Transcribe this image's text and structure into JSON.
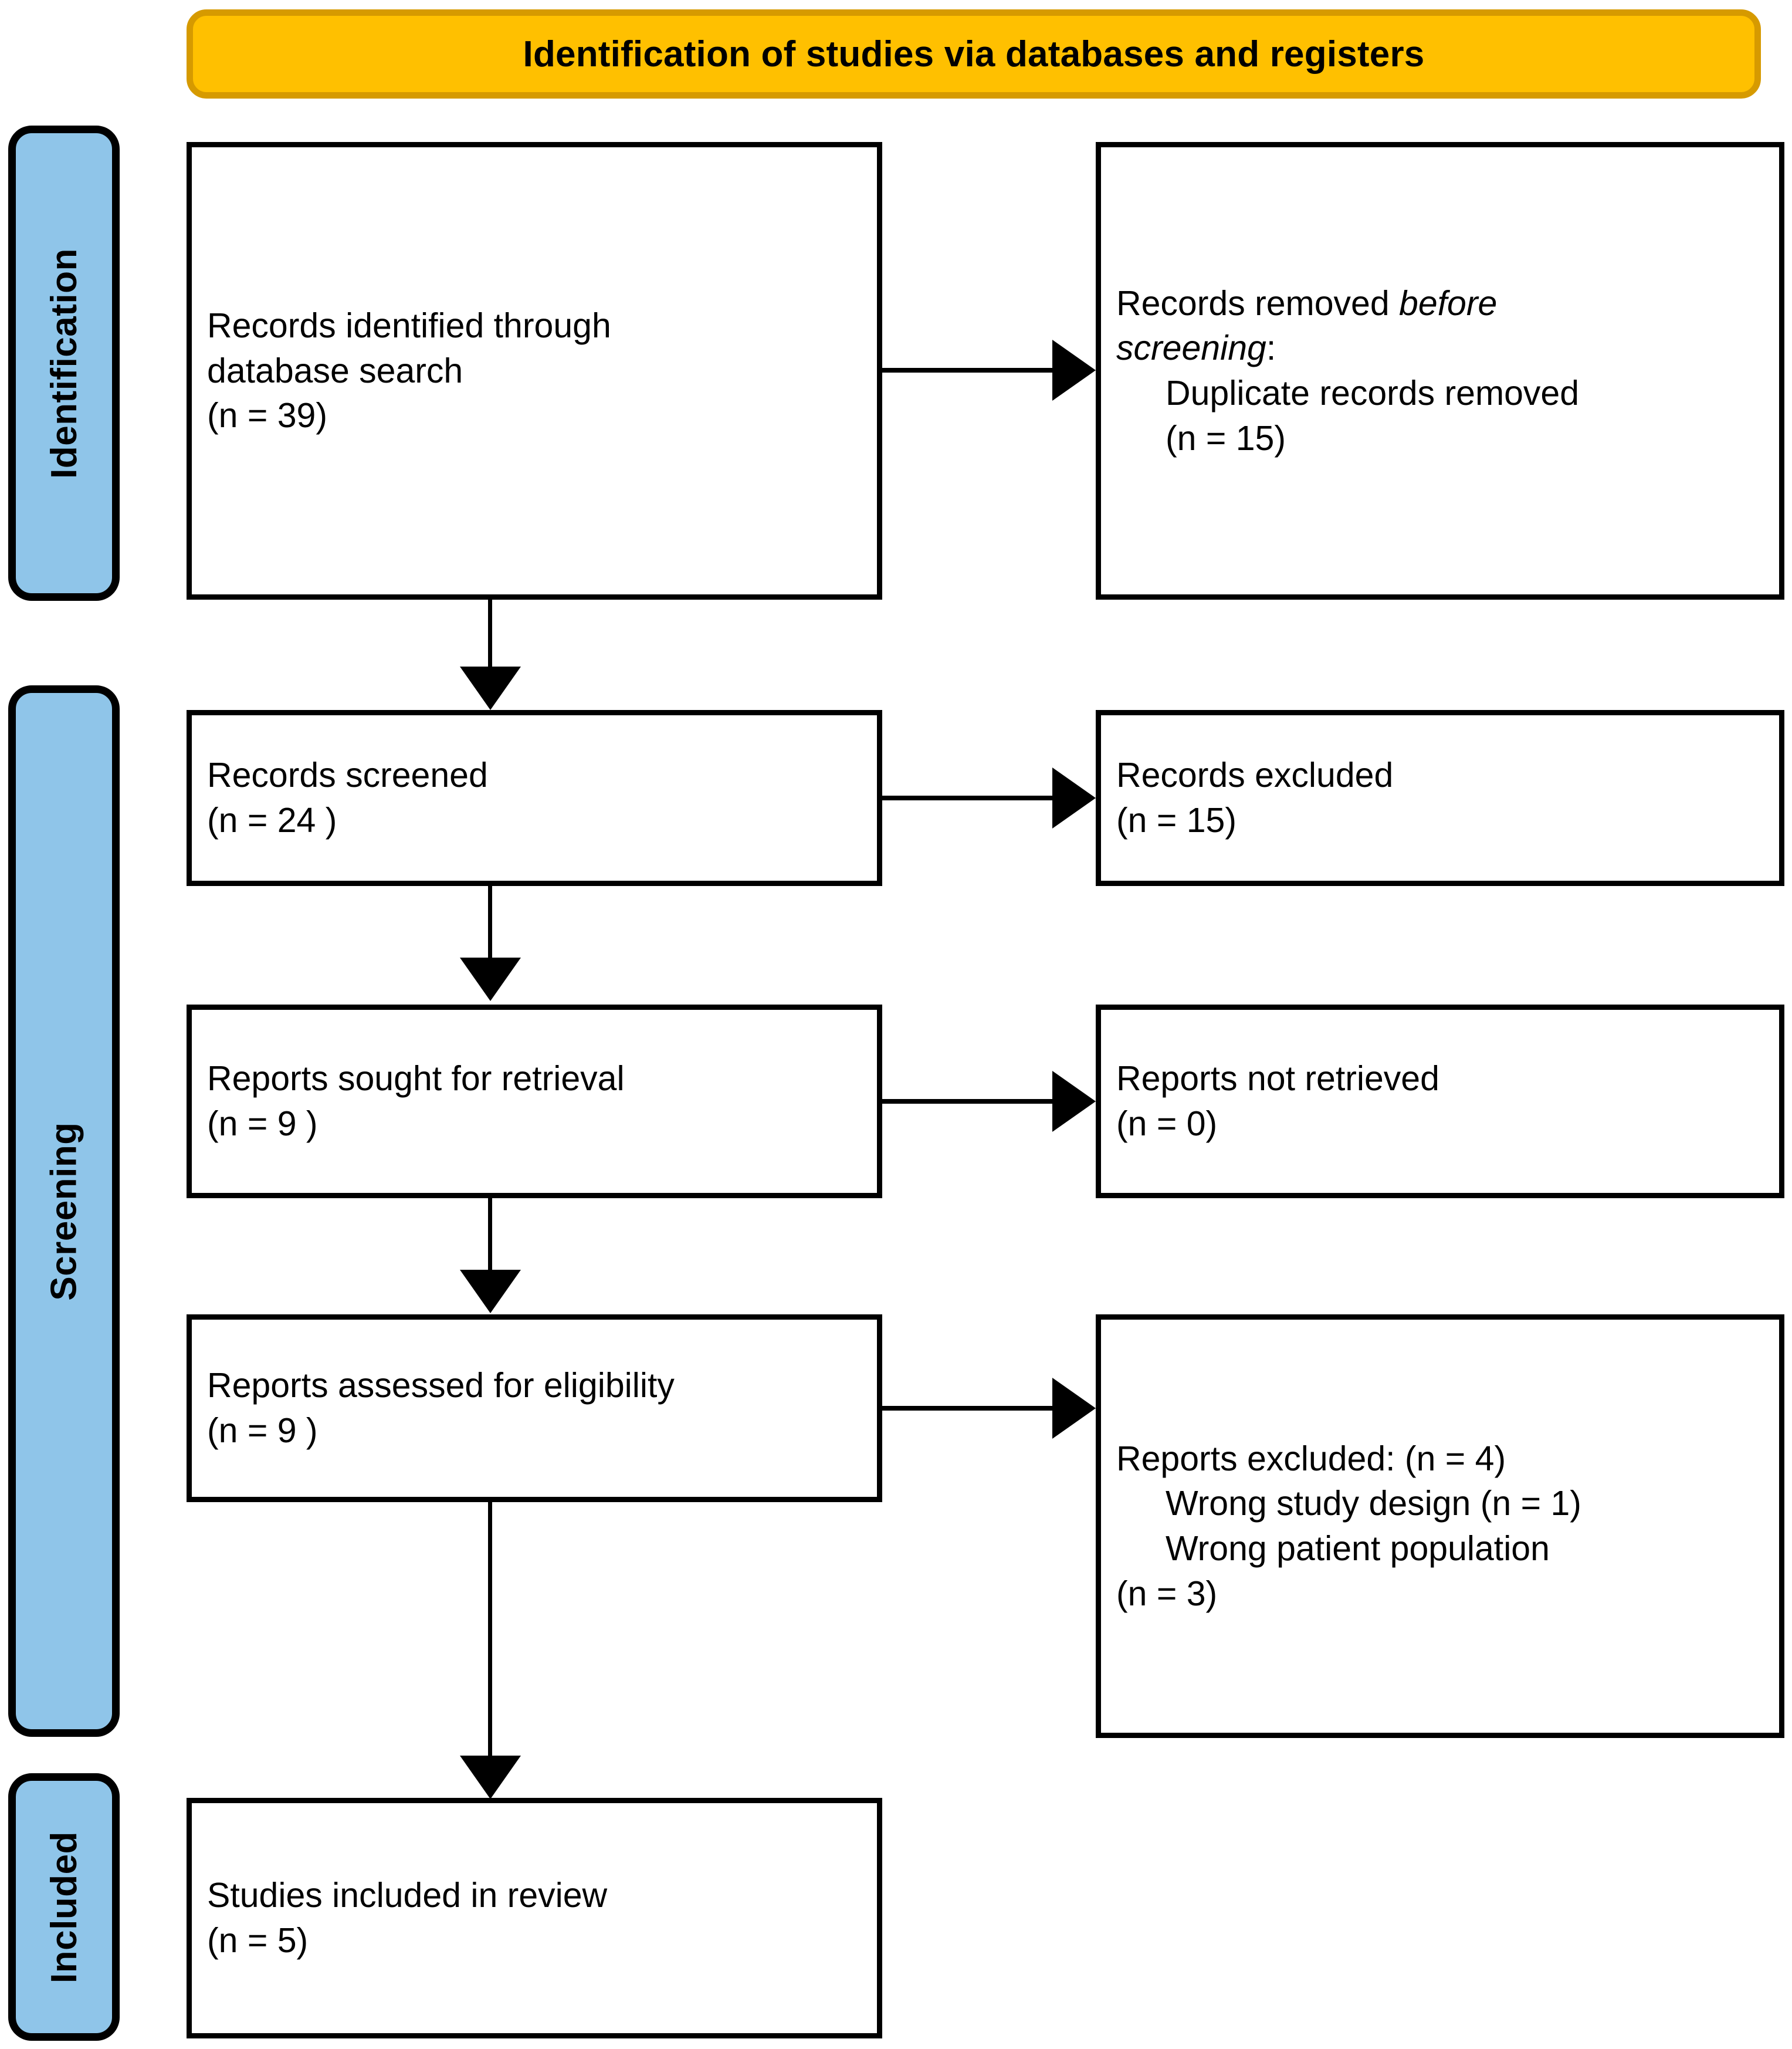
{
  "header": {
    "title": "Identification of studies via databases and registers"
  },
  "colors": {
    "banner_fill": "#FFC000",
    "banner_border": "#D69A00",
    "stage_fill": "#8FC5E9",
    "stage_border": "#000000",
    "node_border": "#000000",
    "text": "#000000"
  },
  "stages": [
    {
      "id": "identification",
      "label": "Identification"
    },
    {
      "id": "screening",
      "label": "Screening"
    },
    {
      "id": "included",
      "label": "Included"
    }
  ],
  "nodes": {
    "records_identified": {
      "line1": "Records identified through",
      "line2": "database search",
      "line3": "(n = 39)"
    },
    "records_removed": {
      "line1_prefix": "Records removed ",
      "line1_italic": "before",
      "line2_italic": "screening",
      "line2_suffix": ":",
      "line3": "Duplicate records removed",
      "line4": "(n = 15)"
    },
    "records_screened": {
      "line1": "Records screened",
      "line2": "(n = 24 )"
    },
    "records_excluded": {
      "line1": "Records excluded",
      "line2": "(n = 15)"
    },
    "reports_sought": {
      "line1": "Reports sought for retrieval",
      "line2": "(n = 9 )"
    },
    "reports_not_retrieved": {
      "line1": "Reports not retrieved",
      "line2": "(n = 0)"
    },
    "reports_assessed": {
      "line1": "Reports assessed for eligibility",
      "line2": "(n = 9 )"
    },
    "reports_excluded": {
      "line1": "Reports excluded: (n = 4)",
      "line2": "Wrong study design (n = 1)",
      "line3": "Wrong patient population",
      "line4": "(n = 3)"
    },
    "studies_included": {
      "line1": "Studies included in review",
      "line2": "(n = 5)"
    }
  },
  "chart_data": {
    "type": "diagram",
    "title": "Identification of studies via databases and registers",
    "flow": [
      {
        "stage": "Identification",
        "label": "Records identified through database search",
        "n": 39
      },
      {
        "stage": "Identification",
        "label": "Duplicate records removed",
        "n": 15,
        "branch": "excluded"
      },
      {
        "stage": "Screening",
        "label": "Records screened",
        "n": 24
      },
      {
        "stage": "Screening",
        "label": "Records excluded",
        "n": 15,
        "branch": "excluded"
      },
      {
        "stage": "Screening",
        "label": "Reports sought for retrieval",
        "n": 9
      },
      {
        "stage": "Screening",
        "label": "Reports not retrieved",
        "n": 0,
        "branch": "excluded"
      },
      {
        "stage": "Screening",
        "label": "Reports assessed for eligibility",
        "n": 9
      },
      {
        "stage": "Screening",
        "label": "Reports excluded",
        "n": 4,
        "branch": "excluded",
        "reasons": [
          {
            "label": "Wrong study design",
            "n": 1
          },
          {
            "label": "Wrong patient population",
            "n": 3
          }
        ]
      },
      {
        "stage": "Included",
        "label": "Studies included in review",
        "n": 5
      }
    ]
  }
}
